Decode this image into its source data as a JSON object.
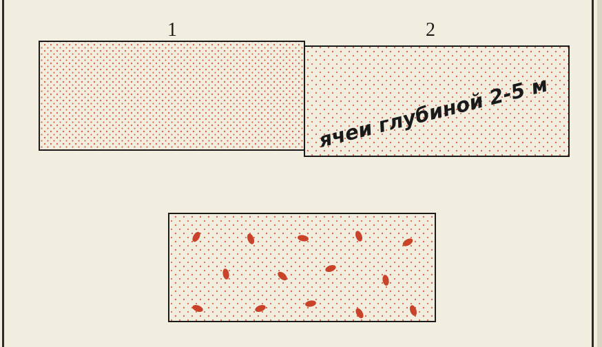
{
  "panel_numbers": [
    "1",
    "2"
  ],
  "cell_label": "ячеи глубиной 2-5 м",
  "colors": {
    "paper": "#f1eedf",
    "ink": "#1a1a1a",
    "dots": "#d8654a",
    "clumps": "#c8432a"
  }
}
